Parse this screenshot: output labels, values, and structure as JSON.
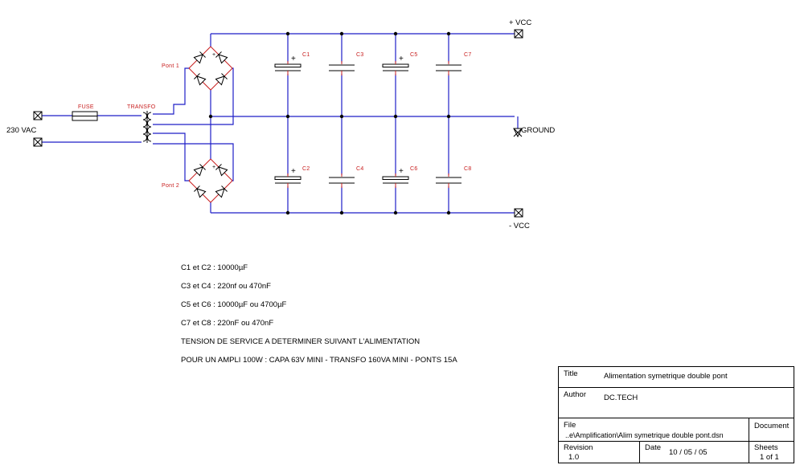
{
  "schematic": {
    "ports": {
      "input": "230 VAC",
      "vcc_pos": "+ VCC",
      "ground": "GROUND",
      "vcc_neg": "- VCC"
    },
    "components": {
      "fuse": "FUSE",
      "transformer": "TRANSFO",
      "bridge1": "Pont 1",
      "bridge2": "Pont 2",
      "capacitors": [
        "C1",
        "C3",
        "C5",
        "C7",
        "C2",
        "C4",
        "C6",
        "C8"
      ]
    },
    "polarity": "+",
    "colors": {
      "wire": "#1f1fc8",
      "component_label": "#c81f1f"
    }
  },
  "notes": [
    "C1 et C2 : 10000µF",
    "C3 et C4 : 220nf ou 470nF",
    "C5 et C6 : 10000µF ou 4700µF",
    "C7 et C8 : 220nF ou 470nF",
    "TENSION DE SERVICE A DETERMINER SUIVANT L'ALIMENTATION",
    "POUR UN AMPLI 100W : CAPA 63V MINI - TRANSFO 160VA MINI - PONTS 15A"
  ],
  "title_block": {
    "title_label": "Title",
    "title": "Alimentation symetrique double pont",
    "author_label": "Author",
    "author": "DC.TECH",
    "file_label": "File",
    "file": "..e\\Amplification\\Alim symetrique double pont.dsn",
    "document_label": "Document",
    "revision_label": "Revision",
    "revision": "1.0",
    "date_label": "Date",
    "date": "10 / 05 / 05",
    "sheets_label": "Sheets",
    "sheets": "1 of 1"
  }
}
